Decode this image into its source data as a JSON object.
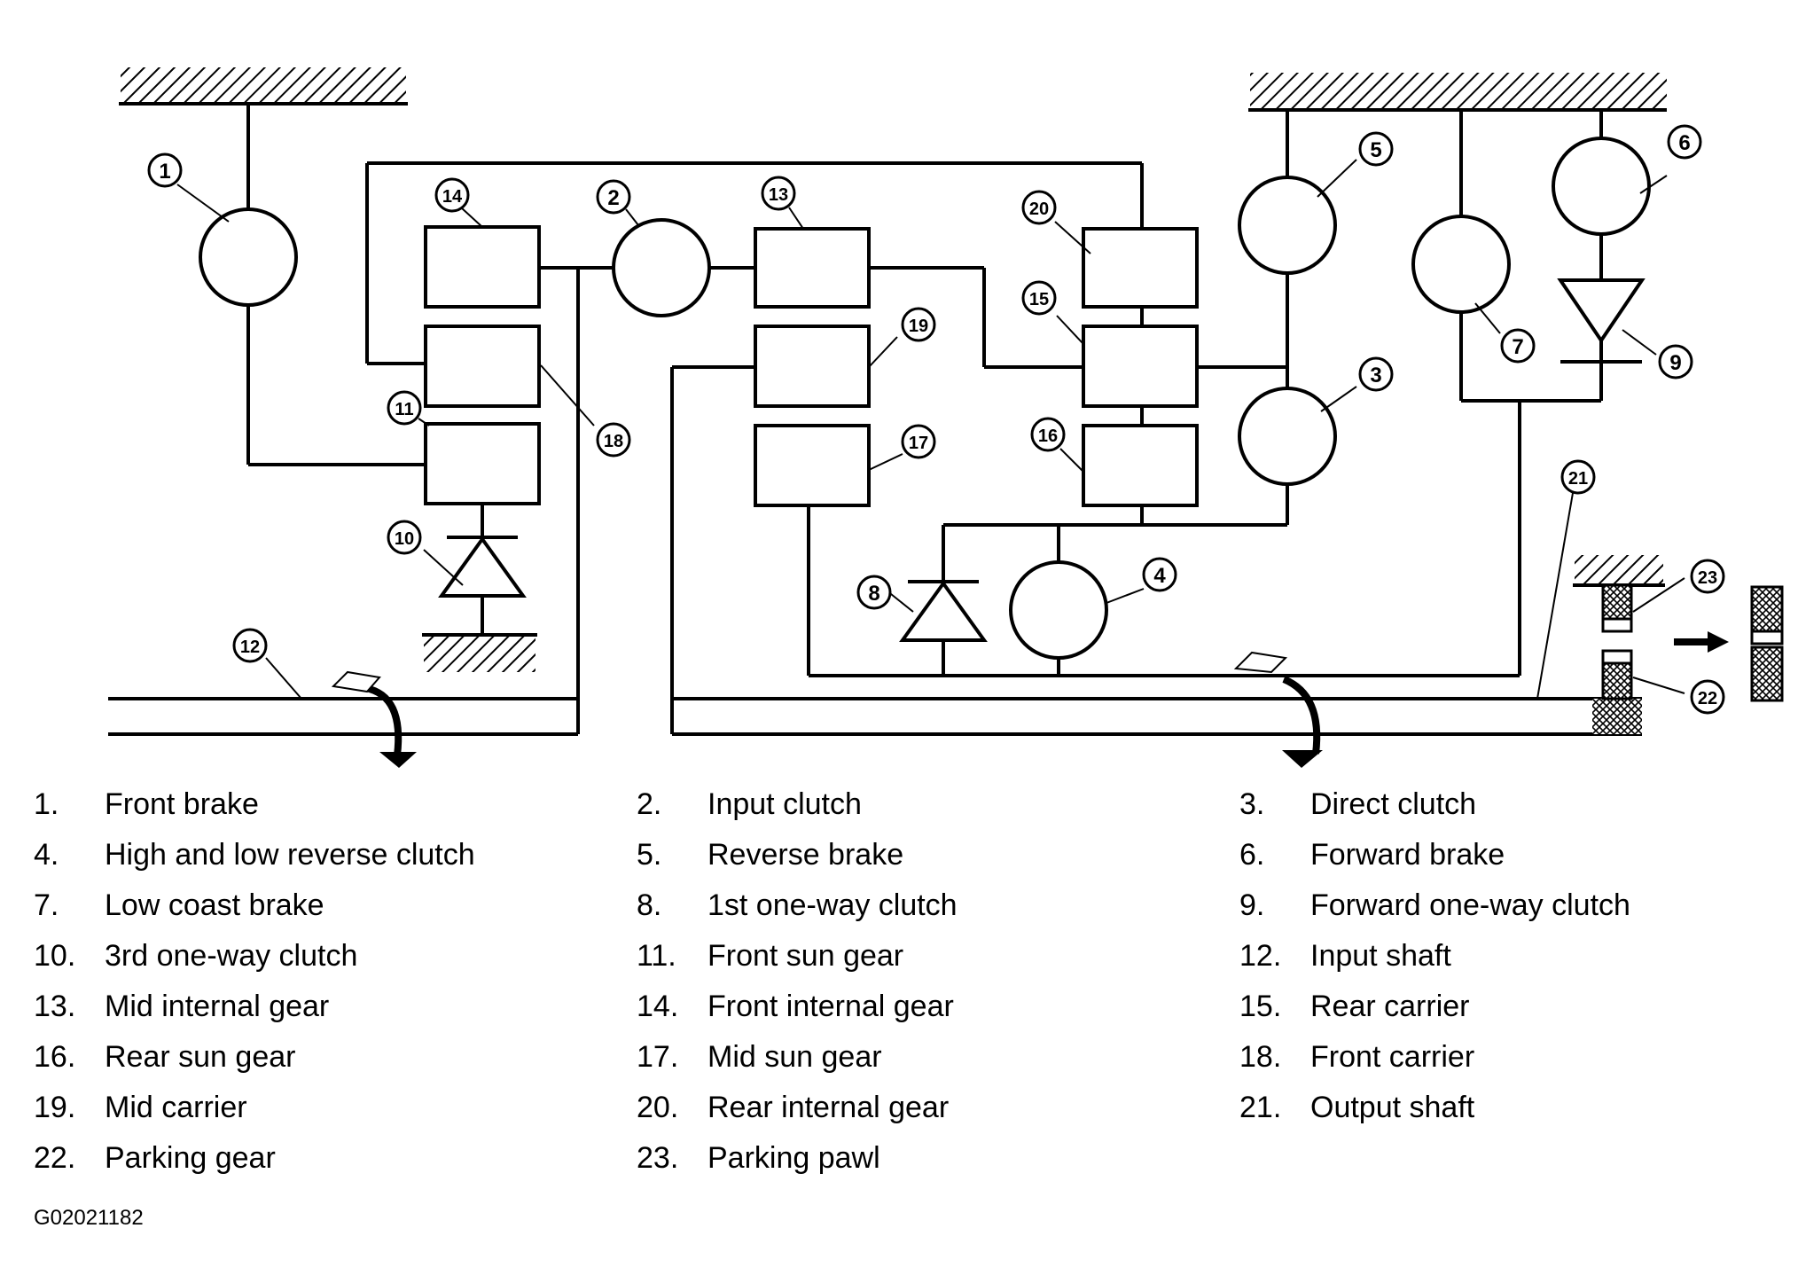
{
  "callouts": [
    "1",
    "2",
    "3",
    "4",
    "5",
    "6",
    "7",
    "8",
    "9",
    "10",
    "11",
    "12",
    "13",
    "14",
    "15",
    "16",
    "17",
    "18",
    "19",
    "20",
    "21",
    "22",
    "23"
  ],
  "legend": [
    {
      "num": "1.",
      "text": "Front brake"
    },
    {
      "num": "2.",
      "text": "Input clutch"
    },
    {
      "num": "3.",
      "text": "Direct clutch"
    },
    {
      "num": "4.",
      "text": "High and low reverse clutch"
    },
    {
      "num": "5.",
      "text": "Reverse brake"
    },
    {
      "num": "6.",
      "text": "Forward brake"
    },
    {
      "num": "7.",
      "text": "Low coast brake"
    },
    {
      "num": "8.",
      "text": "1st one-way clutch"
    },
    {
      "num": "9.",
      "text": "Forward one-way clutch"
    },
    {
      "num": "10.",
      "text": "3rd one-way clutch"
    },
    {
      "num": "11.",
      "text": "Front sun gear"
    },
    {
      "num": "12.",
      "text": "Input shaft"
    },
    {
      "num": "13.",
      "text": "Mid internal gear"
    },
    {
      "num": "14.",
      "text": "Front internal gear"
    },
    {
      "num": "15.",
      "text": "Rear carrier"
    },
    {
      "num": "16.",
      "text": "Rear sun gear"
    },
    {
      "num": "17.",
      "text": "Mid sun gear"
    },
    {
      "num": "18.",
      "text": "Front carrier"
    },
    {
      "num": "19.",
      "text": "Mid carrier"
    },
    {
      "num": "20.",
      "text": "Rear internal gear"
    },
    {
      "num": "21.",
      "text": "Output shaft"
    },
    {
      "num": "22.",
      "text": "Parking gear"
    },
    {
      "num": "23.",
      "text": "Parking pawl"
    }
  ],
  "figure_id": "G02021182",
  "colors": {
    "line": "#000000",
    "background": "#ffffff"
  }
}
